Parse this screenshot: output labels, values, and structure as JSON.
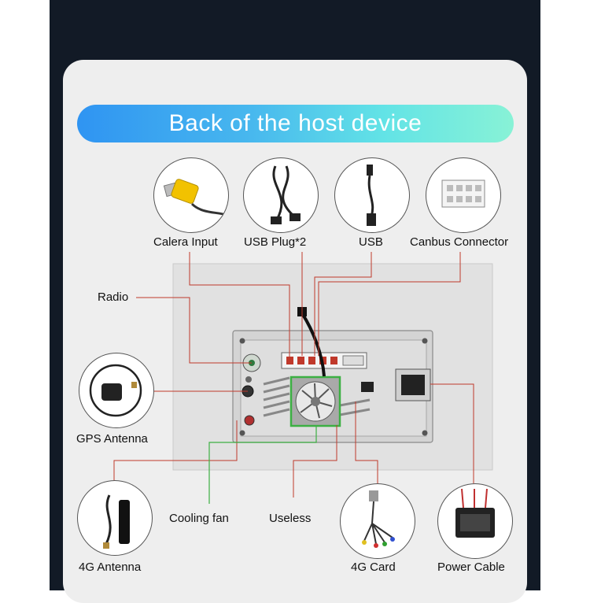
{
  "title": "Back of the host device",
  "labels": {
    "camera_input": "Calera Input",
    "usb_plug": "USB Plug*2",
    "usb": "USB",
    "canbus": "Canbus Connector",
    "radio": "Radio",
    "gps": "GPS Antenna",
    "cooling_fan": "Cooling fan",
    "useless": "Useless",
    "antenna_4g": "4G Antenna",
    "card_4g": "4G Card",
    "power_cable": "Power Cable"
  },
  "colors": {
    "banner_start": "#2f94f2",
    "banner_end": "#88f2d6",
    "leader": "#c0392b",
    "fan_leader": "#3cb043"
  }
}
